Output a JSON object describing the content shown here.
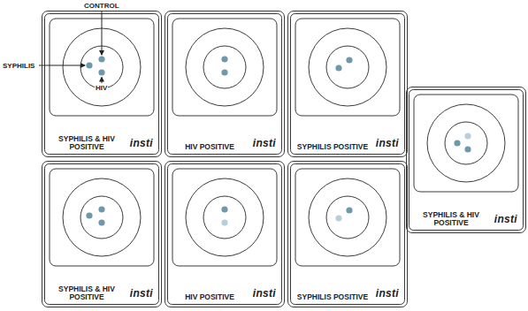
{
  "diagram": {
    "nodes": [
      {
        "text": [
          "SYPHILIS & HIV POSITIVE",
          "insti"
        ]
      },
      {
        "text": [
          "HIV POSITIVE",
          "insti"
        ]
      },
      {
        "text": [
          "SYPHILIS POSITIVE",
          "insti"
        ]
      },
      {
        "text": [
          "SYPHILIS & HIV POSITIVE",
          "insti"
        ]
      },
      {
        "text": [
          "HIV POSITIVE",
          "insti"
        ]
      },
      {
        "text": [
          "SYPHILIS POSITIVE",
          "insti"
        ]
      },
      {
        "text": [
          "SYPHILIS & HIV POSITIVE",
          "insti"
        ]
      }
    ],
    "labels": [
      "CONTROL",
      "SYPHILIS",
      "HIV"
    ]
  }
}
